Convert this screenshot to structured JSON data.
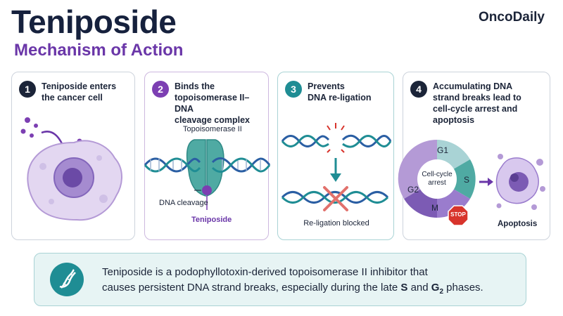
{
  "header": {
    "title": "Teniposide",
    "subtitle": "Mechanism of Action",
    "brand": "OncoDaily"
  },
  "steps": [
    {
      "number": "1",
      "text": [
        "Teniposide enters",
        "the cancer cell"
      ]
    },
    {
      "number": "2",
      "text": [
        "Binds the",
        "topoisomerase II–DNA",
        "cleavage complex"
      ],
      "labels": {
        "enzyme": "Topoisomerase II",
        "cleavage": "DNA cleavage",
        "drug": "Teniposide"
      }
    },
    {
      "number": "3",
      "text": [
        "Prevents",
        "DNA re-ligation"
      ],
      "labels": {
        "blocked": "Re-ligation blocked"
      }
    },
    {
      "number": "4",
      "text": [
        "Accumulating DNA",
        "strand breaks lead to",
        "cell-cycle arrest and",
        "apoptosis"
      ],
      "labels": {
        "cycle_center": [
          "Cell-cycle",
          "arrest"
        ],
        "g1": "G1",
        "s": "S",
        "g2": "G2",
        "m": "M",
        "stop": "STOP",
        "apoptosis": "Apoptosis"
      }
    }
  ],
  "info": {
    "line1": "Teniposide is a podophyllotoxin-derived topoisomerase II inhibitor that",
    "line2_a": "causes persistent DNA strand breaks, especially during the late ",
    "line2_s": "S",
    "line2_and": " and ",
    "line2_g": "G",
    "line2_sub": "2",
    "line2_end": " phases."
  },
  "colors": {
    "navy": "#1b2438",
    "purple": "#7c3fb2",
    "teal": "#1f8d94",
    "dna_blue": "#2a5ea3",
    "stop_red": "#d8342c"
  }
}
